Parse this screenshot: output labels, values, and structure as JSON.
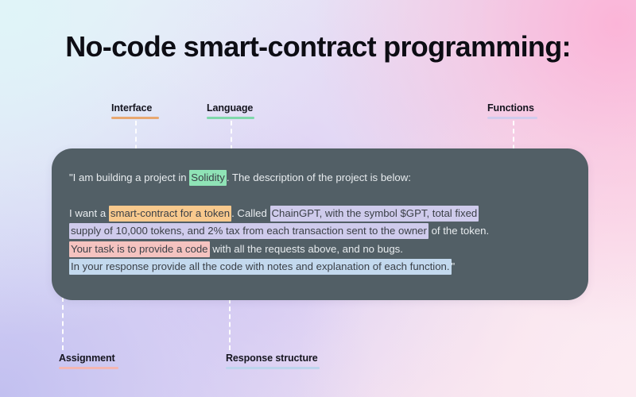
{
  "title": "No-code smart-contract programming:",
  "labels": {
    "top": [
      {
        "name": "interface",
        "text": "Interface",
        "rule_color": "#e8a871"
      },
      {
        "name": "language",
        "text": "Language",
        "rule_color": "#7fd8ab"
      },
      {
        "name": "functions",
        "text": "Functions",
        "rule_color": "#cfcbec"
      }
    ],
    "bottom": [
      {
        "name": "assignment",
        "text": "Assignment",
        "rule_color": "#f3b6b2"
      },
      {
        "name": "response-structure",
        "text": "Response structure",
        "rule_color": "#bcd4ec"
      }
    ]
  },
  "prompt": {
    "line1": {
      "pre": "\"I am building a project in ",
      "highlight": "Solidity",
      "post": ". The description of the project is below:"
    },
    "line2": {
      "pre": "I want a ",
      "highlight_orange": "smart-contract for a token",
      "mid": ". Called ",
      "highlight_purple": "ChainGPT, with the symbol $GPT, total fixed"
    },
    "line3": {
      "highlight_purple": "supply of 10,000 tokens, and 2% tax from each transaction sent to the owner",
      "post": " of the token."
    },
    "line4": {
      "highlight_pink": "Your task is to provide a code",
      "post": " with all the requests above, and no bugs."
    },
    "line5": {
      "highlight_blue": "In your response provide all the code with notes and explanation of each function.",
      "post": "\""
    }
  },
  "colors": {
    "panel_background": "#525f66",
    "text": "#e8ecef",
    "highlight_green": "#8fe3b6",
    "highlight_orange": "#f8c98d",
    "highlight_purple": "#cfcbec",
    "highlight_pink": "#f5c3c0",
    "highlight_blue": "#c3d9ee",
    "connector": "#ffffff"
  }
}
